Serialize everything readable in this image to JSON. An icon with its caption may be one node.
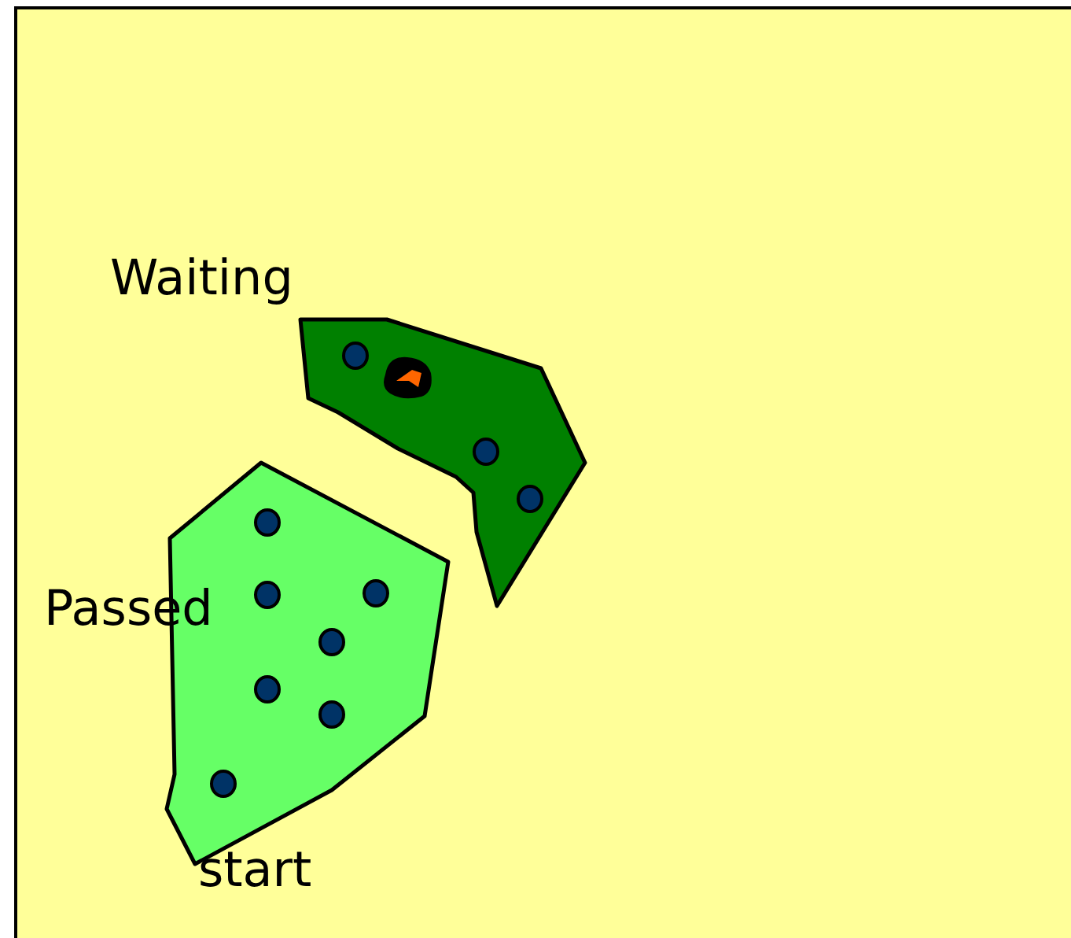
{
  "diagram": {
    "nodes": [
      {
        "text": [
          "Passed"
        ]
      },
      {
        "text": [
          "Waiting"
        ]
      }
    ],
    "labels": [
      "start"
    ]
  }
}
